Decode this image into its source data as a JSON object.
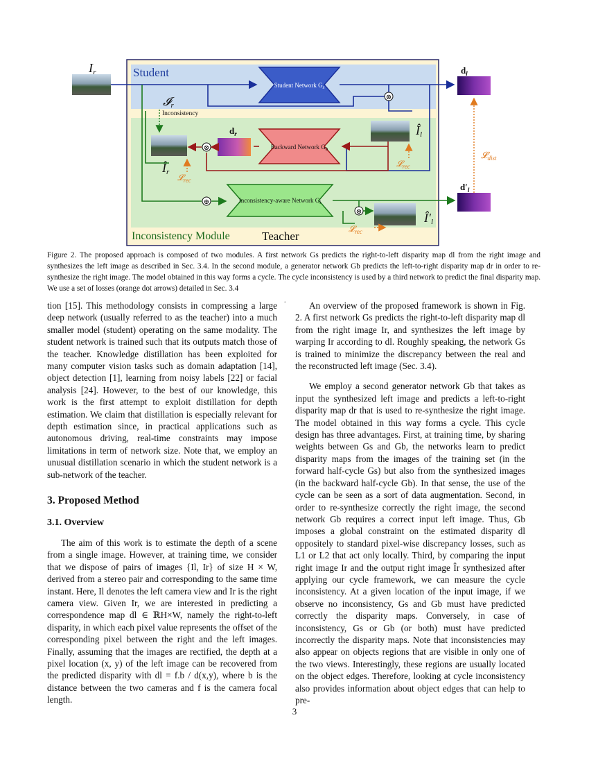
{
  "figure": {
    "input_label": "I_r",
    "student_label": "Student",
    "student_network": "Student Network G_s",
    "output_dl": "d_l",
    "inconsistency_symbol": "I_r",
    "inconsistency_label": "Inconsistency",
    "dr_label": "d_r",
    "backward_network": "Backward Network G_b",
    "il_hat": "Î_l",
    "ir_hat": "Î_r",
    "lrec": "L_rec",
    "ldist": "L_dist",
    "dl_prime": "d'_l",
    "inconsistency_network": "Inconsistency-aware Network G_i",
    "il_hat_prime": "Î'_l",
    "module_label": "Inconsistency Module",
    "teacher_label": "Teacher"
  },
  "caption": "Figure 2. The proposed approach is composed of two modules. A first network Gs predicts the right-to-left disparity map dl from the right image and synthesizes the left image as described in Sec. 3.4. In the second module, a generator network Gb predicts the left-to-right disparity map dr in order to re-synthesize the right image. The model obtained in this way forms a cycle. The cycle inconsistency is used by a third network to predict the final disparity map. We use a set of losses (orange dot arrows) detailed in Sec. 3.4",
  "left_column": {
    "para1": "tion [15]. This methodology consists in compressing a large deep network (usually referred to as the teacher) into a much smaller model (student) operating on the same modality. The student network is trained such that its outputs match those of the teacher. Knowledge distillation has been exploited for many computer vision tasks such as domain adaptation [14], object detection [1], learning from noisy labels [22] or facial analysis [24]. However, to the best of our knowledge, this work is the first attempt to exploit distillation for depth estimation. We claim that distillation is especially relevant for depth estimation since, in practical applications such as autonomous driving, real-time constraints may impose limitations in term of network size. Note that, we employ an unusual distillation scenario in which the student network is a sub-network of the teacher.",
    "section_title": "3. Proposed Method",
    "subsection_title": "3.1. Overview",
    "para2": "The aim of this work is to estimate the depth of a scene from a single image. However, at training time, we consider that we dispose of pairs of images {Il, Ir} of size H × W, derived from a stereo pair and corresponding to the same time instant. Here, Il denotes the left camera view and Ir is the right camera view. Given Ir, we are interested in predicting a correspondence map dl ∈ ℝH×W, namely the right-to-left disparity, in which each pixel value represents the offset of the corresponding pixel between the right and the left images. Finally, assuming that the images are rectified, the depth at a pixel location (x, y) of the left image can be recovered from the predicted disparity with dl = f.b / d(x,y), where b is the distance between the two cameras and f is the camera focal length."
  },
  "right_column": {
    "para1": "An overview of the proposed framework is shown in Fig. 2. A first network Gs predicts the right-to-left disparity map dl from the right image Ir, and synthesizes the left image by warping Ir according to dl. Roughly speaking, the network Gs is trained to minimize the discrepancy between the real and the reconstructed left image (Sec. 3.4).",
    "para2": "We employ a second generator network Gb that takes as input the synthesized left image and predicts a left-to-right disparity map dr that is used to re-synthesize the right image. The model obtained in this way forms a cycle. This cycle design has three advantages. First, at training time, by sharing weights between Gs and Gb, the networks learn to predict disparity maps from the images of the training set (in the forward half-cycle Gs) but also from the synthesized images (in the backward half-cycle Gb). In that sense, the use of the cycle can be seen as a sort of data augmentation. Second, in order to re-synthesize correctly the right image, the second network Gb requires a correct input left image. Thus, Gb imposes a global constraint on the estimated disparity dl oppositely to standard pixel-wise discrepancy losses, such as L1 or L2 that act only locally. Third, by comparing the input right image Ir and the output right image Îr synthesized after applying our cycle framework, we can measure the cycle inconsistency. At a given location of the input image, if we observe no inconsistency, Gs and Gb must have predicted correctly the disparity maps. Conversely, in case of inconsistency, Gs or Gb (or both) must have predicted incorrectly the disparity maps. Note that inconsistencies may also appear on objects regions that are visible in only one of the two views. Interestingly, these regions are usually located on the object edges. Therefore, looking at cycle inconsistency also provides information about object edges that can help to pre-"
  },
  "page_number": "3"
}
